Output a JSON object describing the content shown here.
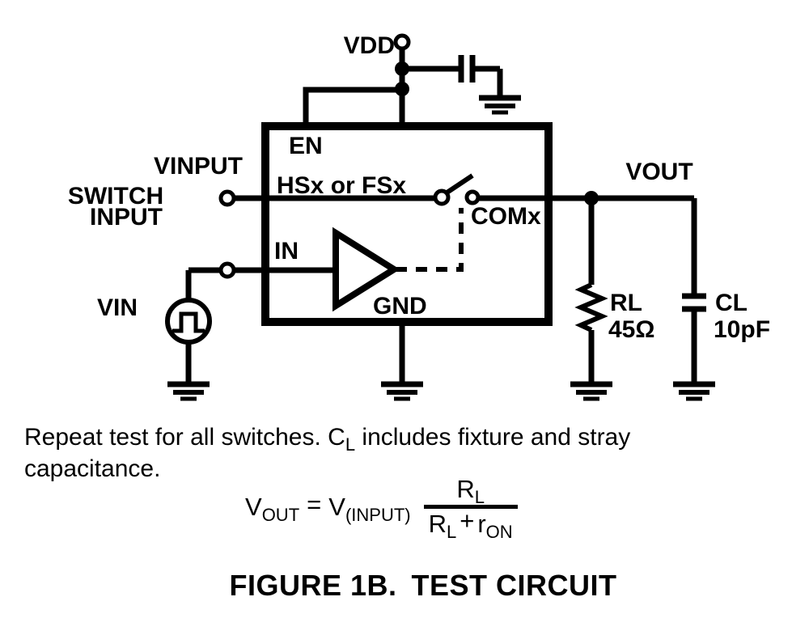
{
  "colors": {
    "ink": "#000000",
    "background": "#ffffff"
  },
  "circuit": {
    "vdd_label": "VDD",
    "en_label": "EN",
    "switch_pin_label": "HSx or FSx",
    "com_pin_label": "COMx",
    "in_pin_label": "IN",
    "gnd_pin_label": "GND",
    "vinput_label": "VINPUT",
    "switch_input_line1": "SWITCH",
    "switch_input_line2": "INPUT",
    "vin_label": "VIN",
    "vout_label": "VOUT",
    "load_resistor_name": "RL",
    "load_resistor_value": "45Ω",
    "load_capacitor_name": "CL",
    "load_capacitor_value": "10pF"
  },
  "notes": {
    "line1_before_sub": "Repeat test for all switches. C",
    "line1_sub": "L",
    "line1_after_sub": " includes fixture and stray",
    "line2": "capacitance."
  },
  "formula": {
    "lhs_base": "V",
    "lhs_sub": "OUT",
    "equals": "=",
    "rhs_base": "V",
    "rhs_sub": "(INPUT)",
    "numerator_base": "R",
    "numerator_sub": "L",
    "denominator_r1": "R",
    "denominator_r1_sub": "L",
    "denominator_plus": "+",
    "denominator_r2": "r",
    "denominator_r2_sub": "ON"
  },
  "caption": {
    "figure_id": "FIGURE 1B.",
    "figure_title": "TEST CIRCUIT"
  }
}
